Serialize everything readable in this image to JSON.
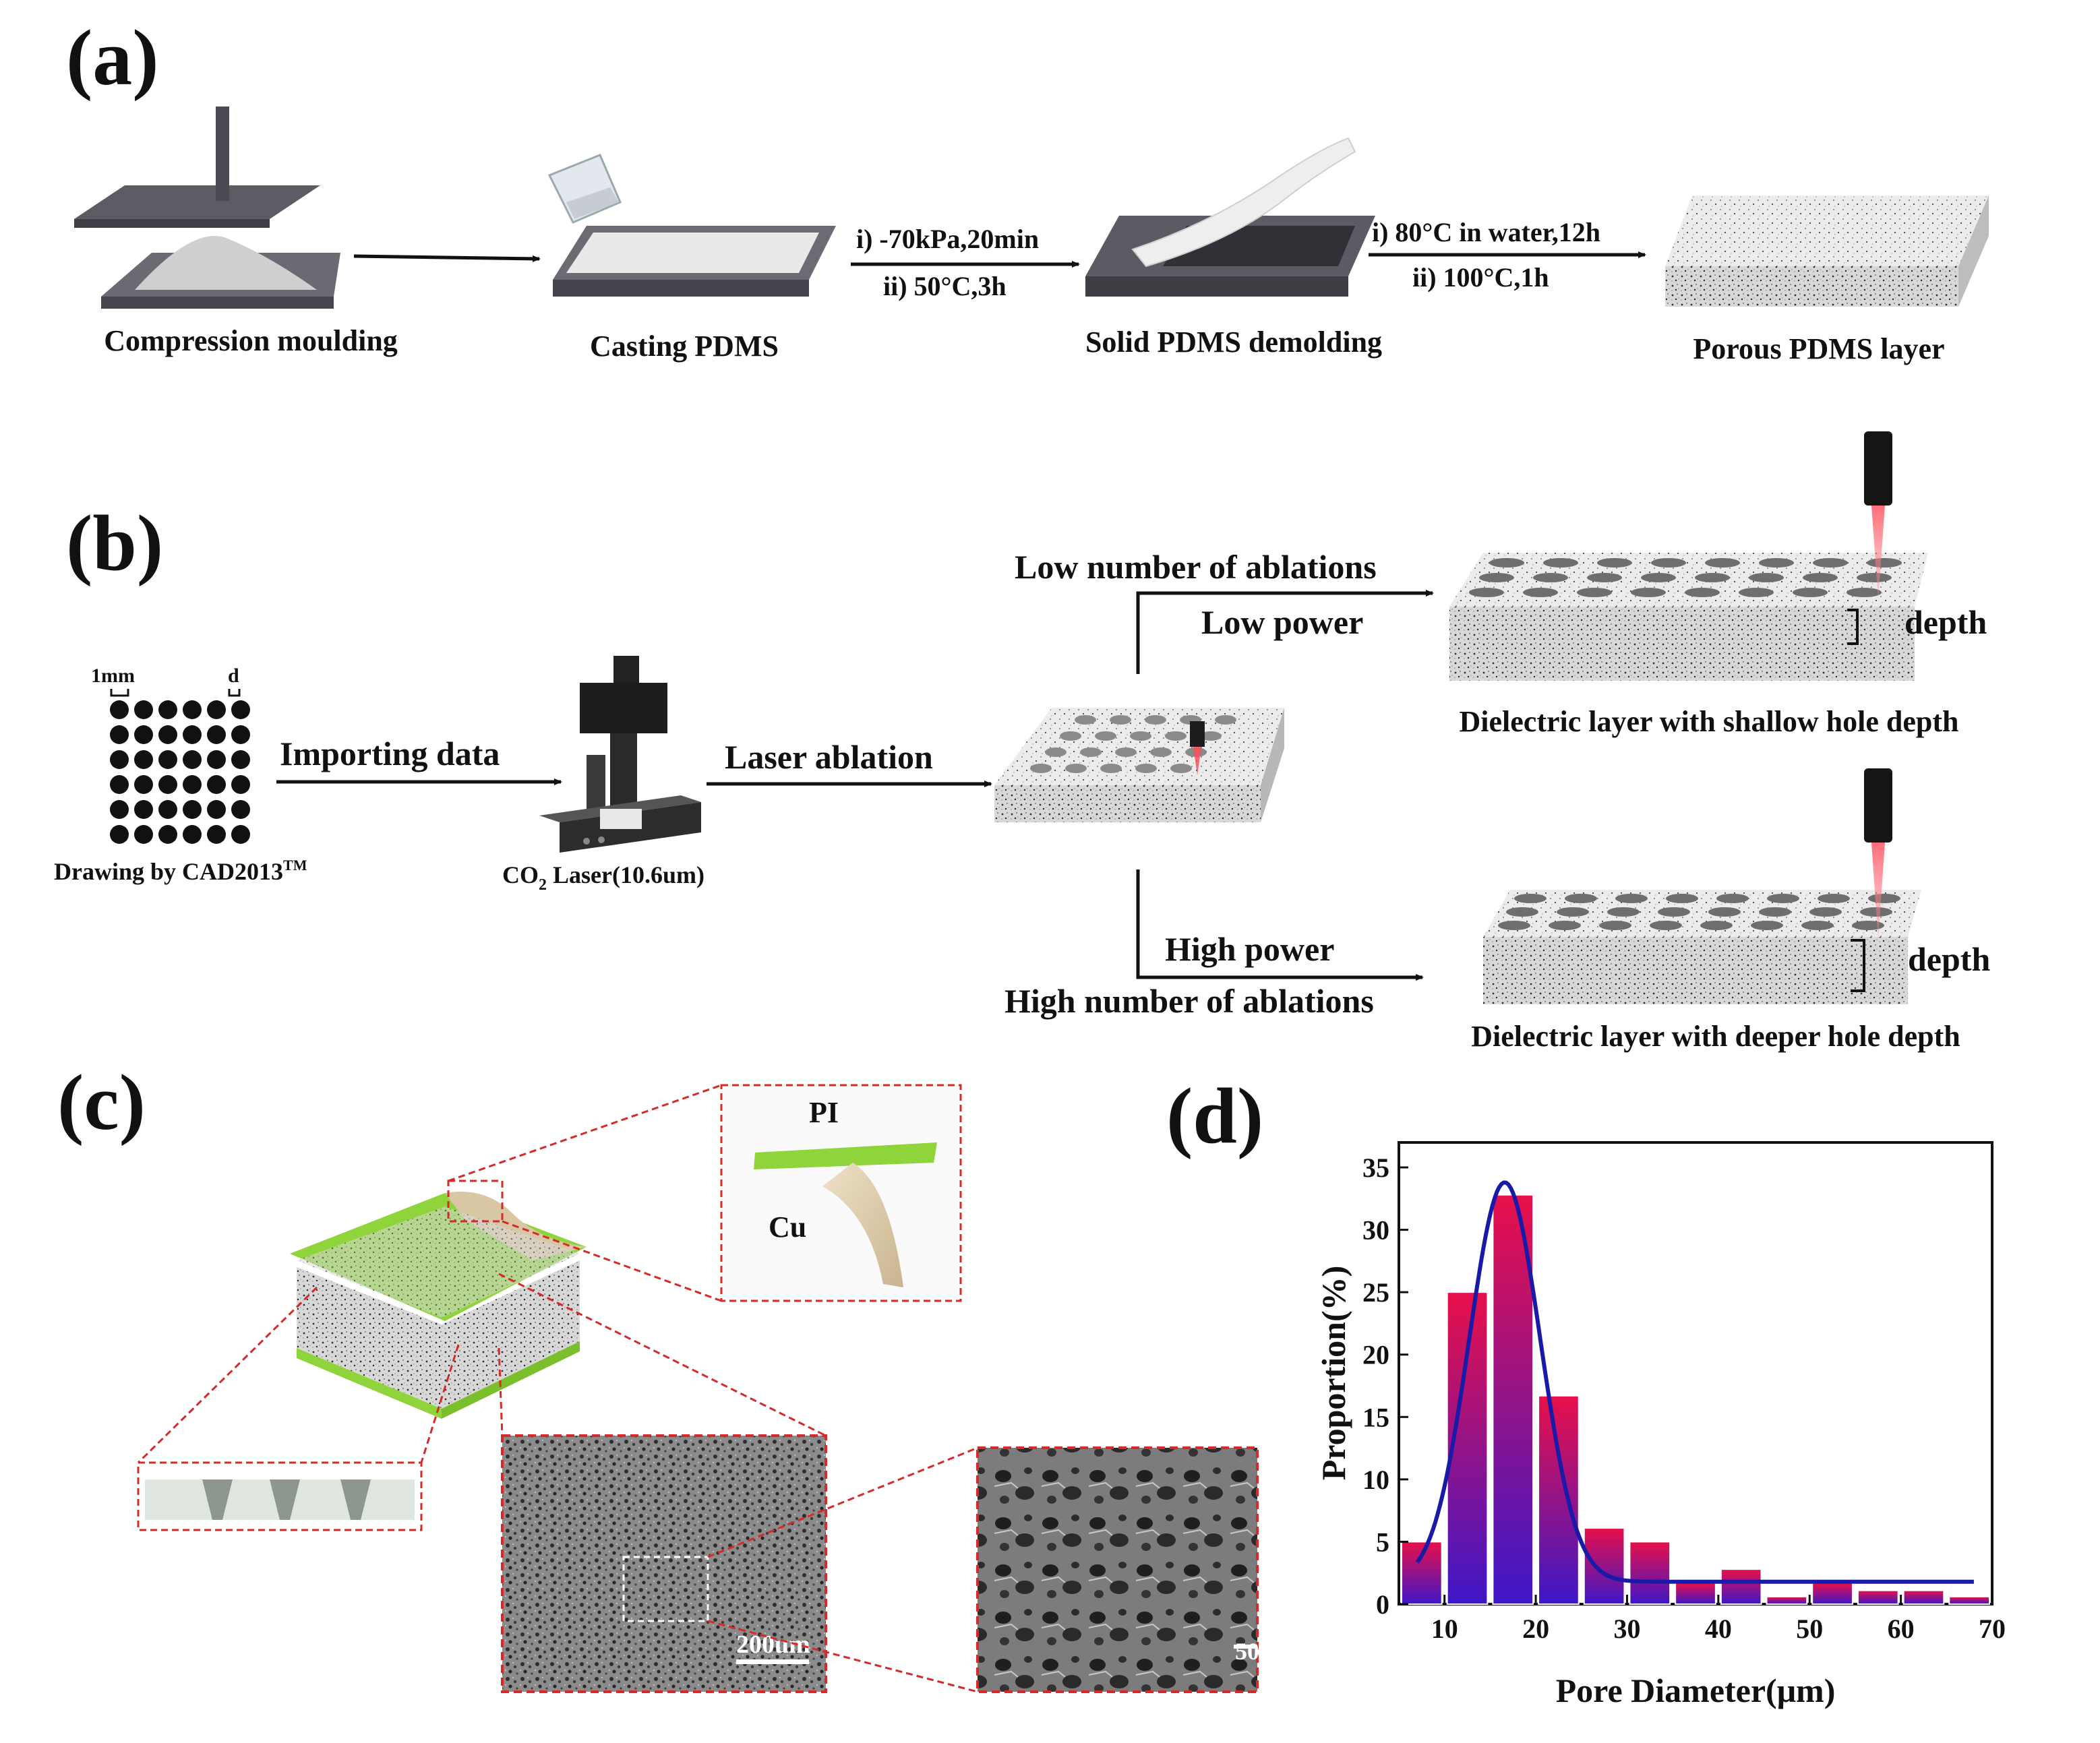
{
  "panels": {
    "a": {
      "label": "(a)",
      "steps": {
        "compression": "Compression moulding",
        "casting": "Casting PDMS",
        "demolding": "Solid PDMS demolding",
        "porous": "Porous PDMS layer"
      },
      "arrow2": {
        "line1": "i) -70kPa,20min",
        "line2": "ii) 50°C,3h"
      },
      "arrow3": {
        "line1": "i) 80°C in water,12h",
        "line2": "ii) 100°C,1h"
      }
    },
    "b": {
      "label": "(b)",
      "cad": {
        "label_1mm": "1mm",
        "label_d": "d",
        "caption": "Drawing by CAD2013",
        "caption_sup": "TM"
      },
      "importing": "Importing data",
      "laser_caption_pre": "CO",
      "laser_caption_sub": "2",
      "laser_caption_post": " Laser(10.6um)",
      "ablation": "Laser ablation",
      "upper": {
        "line1": "Low number of ablations",
        "line2": "Low power",
        "depth": "depth",
        "caption": "Dielectric layer with shallow hole depth"
      },
      "lower": {
        "line1": "High power",
        "line2": "High number of ablations",
        "depth": "depth",
        "caption": "Dielectric layer with deeper hole depth"
      }
    },
    "c": {
      "label": "(c)",
      "pi": "PI",
      "cu": "Cu",
      "scale1": "200um",
      "scale2": "50"
    },
    "d": {
      "label": "(d)"
    }
  },
  "chart_data": {
    "type": "bar",
    "xlabel": "Pore Diameter(μm)",
    "ylabel": "Proportion(%)",
    "xlim": [
      5,
      70
    ],
    "ylim": [
      0,
      37
    ],
    "xticks": [
      10,
      20,
      30,
      40,
      50,
      60,
      70
    ],
    "yticks": [
      0,
      5,
      10,
      15,
      20,
      25,
      30,
      35
    ],
    "grid": false,
    "categories": [
      7.5,
      12.5,
      17.5,
      22.5,
      27.5,
      32.5,
      37.5,
      42.5,
      47.5,
      52.5,
      57.5,
      62.5,
      67.5
    ],
    "values": [
      5,
      25,
      32.8,
      16.7,
      6.1,
      5,
      1.7,
      2.8,
      0.6,
      1.7,
      1.1,
      1.1,
      0.6
    ],
    "bar_gradient": [
      "#e8104a",
      "#3d17c7"
    ],
    "fit_curve": {
      "color": "#1a1aa8",
      "baseline": 1.8,
      "peak": 33.8,
      "center": 16.6,
      "sigma": 3.9
    }
  }
}
